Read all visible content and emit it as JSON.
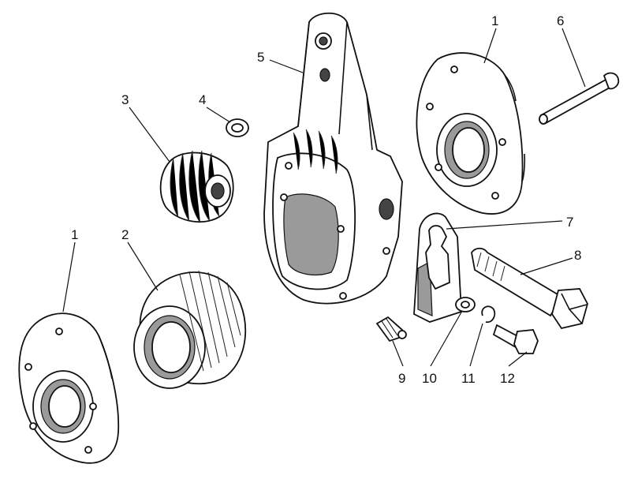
{
  "callouts": [
    {
      "id": "c1a",
      "label": "1"
    },
    {
      "id": "c1b",
      "label": "1"
    },
    {
      "id": "c2",
      "label": "2"
    },
    {
      "id": "c3",
      "label": "3"
    },
    {
      "id": "c4",
      "label": "4"
    },
    {
      "id": "c5",
      "label": "5"
    },
    {
      "id": "c6",
      "label": "6"
    },
    {
      "id": "c7",
      "label": "7"
    },
    {
      "id": "c8",
      "label": "8"
    },
    {
      "id": "c9",
      "label": "9"
    },
    {
      "id": "c10",
      "label": "10"
    },
    {
      "id": "c11",
      "label": "11"
    },
    {
      "id": "c12",
      "label": "12"
    }
  ]
}
